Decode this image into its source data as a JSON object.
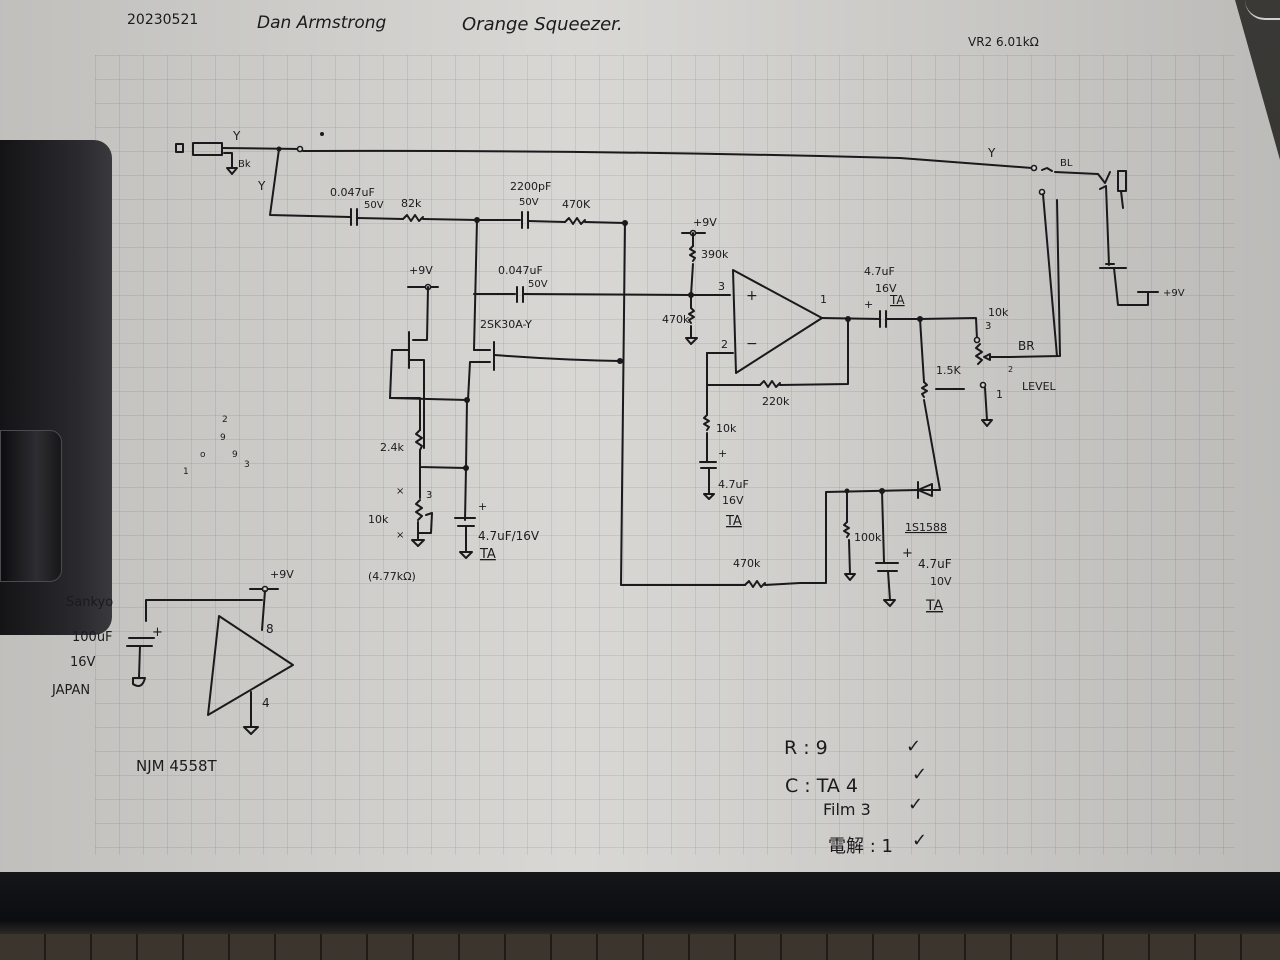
{
  "header": {
    "date": "20230521",
    "title_author": "Dan Armstrong",
    "title_circuit": "Orange Squeezer.",
    "note_vr": "VR2 6.01kΩ"
  },
  "input_section": {
    "wire_color_tip": "Y",
    "wire_color_ground": "Bk",
    "wire_color_branch": "Y",
    "cap1": {
      "value": "0.047uF",
      "voltage": "50V"
    },
    "res1": "82k",
    "cap2": {
      "value": "2200pF",
      "voltage": "50V"
    },
    "res2": "470K"
  },
  "jfet_section": {
    "supply": "+9V",
    "coupling_cap": {
      "value": "0.047uF",
      "voltage": "50V"
    },
    "jfet_label": "2SK30A-Y",
    "res_source": "2.4k",
    "trim_label": "10k",
    "trim_pin_3": "3",
    "trim_pin_mark_top": "×",
    "trim_pin_mark_bottom": "×",
    "trim_measured": "(4.77kΩ)",
    "bypass_cap": {
      "value": "4.7uF/16V",
      "type": "TA"
    }
  },
  "opamp_section": {
    "supply": "+9V",
    "bias_top": "390k",
    "bias_bottom": "470k",
    "pin_noninv": "3",
    "pin_inv": "2",
    "pin_out": "1",
    "sign_plus": "+",
    "sign_minus": "−",
    "feedback_res": "220k",
    "gnd_res": "10k",
    "gnd_cap": {
      "plus": "+",
      "value": "4.7uF",
      "voltage": "16V",
      "type": "TA"
    }
  },
  "output_section": {
    "out_cap": {
      "plus": "+",
      "value": "4.7uF",
      "voltage": "16V",
      "type": "TA"
    },
    "level_pot": "10k",
    "pot_pin_3": "3",
    "pot_pin_2": "2",
    "pot_pin_1": "1",
    "pot_wire": "BR",
    "level_label": "LEVEL",
    "res_1_5k": "1.5K",
    "wire_color_y": "Y",
    "wire_color_bl": "BL",
    "supply": "+9V"
  },
  "detector_section": {
    "diode": "1S1588",
    "res_100k": "100k",
    "cap": {
      "plus": "+",
      "value": "4.7uF",
      "voltage": "10V",
      "type": "TA"
    },
    "res_470k": "470k"
  },
  "pinout_sketch": {
    "pins": [
      "2",
      "9",
      "o",
      "9",
      "1",
      "3"
    ]
  },
  "power_section": {
    "supply": "+9V",
    "cap_brand": "Sankyo",
    "cap": {
      "plus": "+",
      "value": "100uF",
      "voltage": "16V",
      "origin": "JAPAN"
    },
    "pin_8": "8",
    "pin_4": "4",
    "ic_name": "NJM 4558T"
  },
  "parts_checklist": {
    "items": [
      {
        "label": "R : 9",
        "check": "✓"
      },
      {
        "label": "C : TA 4",
        "check": "✓"
      },
      {
        "label": "Film 3",
        "check": "✓"
      },
      {
        "label": "電解 : 1",
        "check": "✓"
      }
    ]
  }
}
